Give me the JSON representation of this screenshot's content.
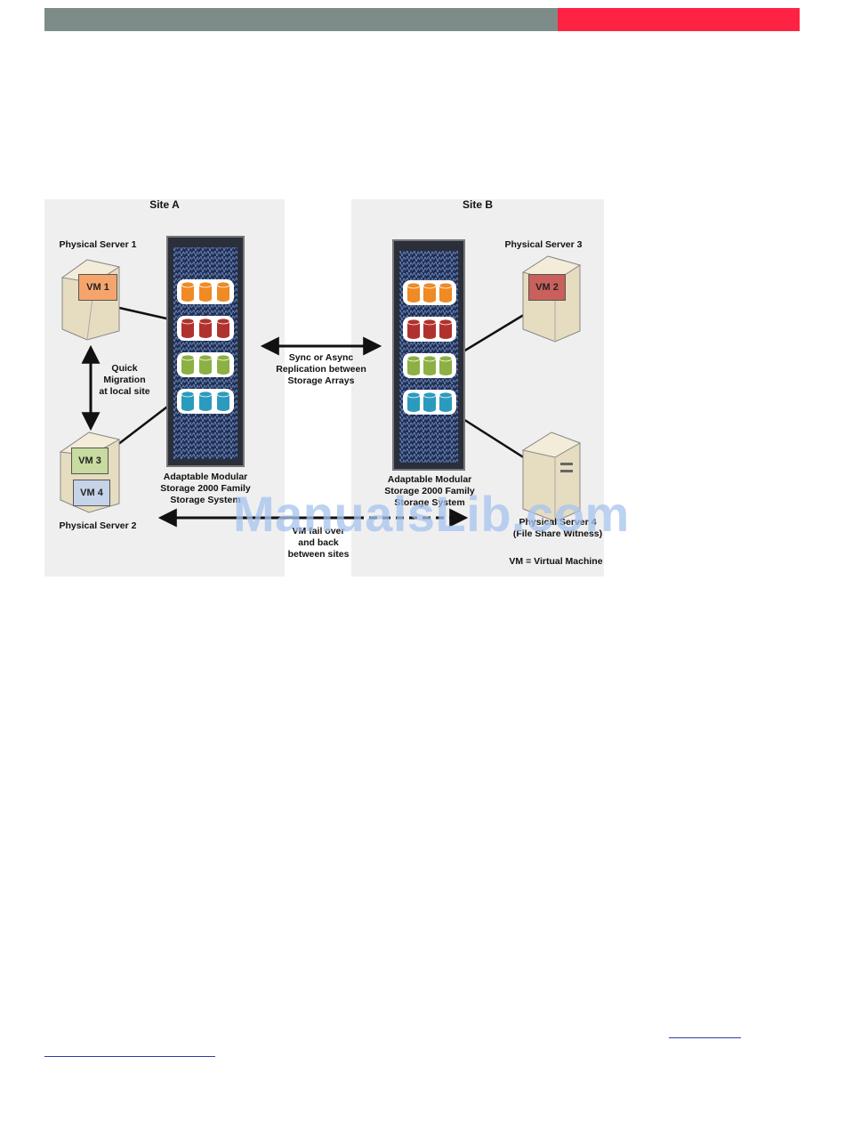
{
  "header": {
    "gray_color": "#7e8c89",
    "red_color": "#fe2343"
  },
  "diagram": {
    "site_a_title": "Site A",
    "site_b_title": "Site B",
    "server1_label": "Physical Server 1",
    "server2_label": "Physical Server 2",
    "server3_label": "Physical Server 3",
    "server4_label_line1": "Physical Server 4",
    "server4_label_line2": "(File Share Witness)",
    "vm1": "VM 1",
    "vm2": "VM 2",
    "vm3": "VM 3",
    "vm4": "VM 4",
    "quick_migration": [
      "Quick",
      "Migration",
      "at local site"
    ],
    "replication": [
      "Sync or Async",
      "Replication between",
      "Storage Arrays"
    ],
    "failover": [
      "VM fail over",
      "and back",
      "between sites"
    ],
    "storage_a": [
      "Adaptable Modular",
      "Storage 2000 Family",
      "Storage System"
    ],
    "storage_b": [
      "Adaptable Modular",
      "Storage 2000 Family",
      "Storage System"
    ],
    "legend": "VM = Virtual Machine",
    "disk_colors": [
      "#f08a24",
      "#b0322e",
      "#8cb043",
      "#2b9bbd"
    ],
    "vm_colors": {
      "vm1": "#f5a56c",
      "vm2": "#c9605c",
      "vm3": "#c8dba0",
      "vm4": "#c6d3e8"
    }
  },
  "watermark": "ManualsLib.com"
}
